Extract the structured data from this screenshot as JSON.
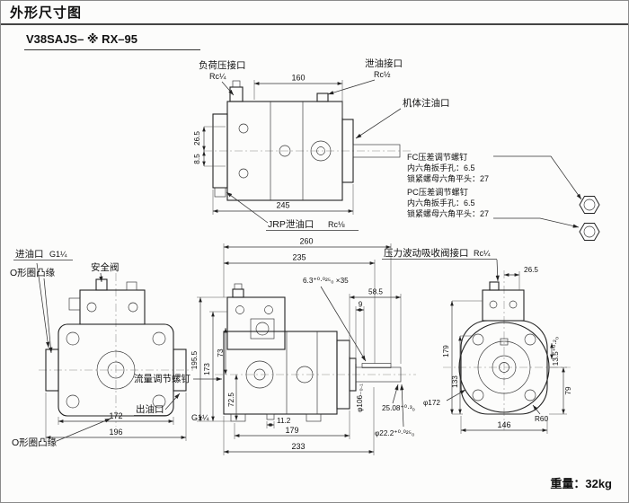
{
  "header": {
    "title": "外形尺寸图"
  },
  "model": "V38SAJS– ※ RX–95",
  "footer": {
    "weight": "重量：32kg"
  },
  "callouts": {
    "load_pressure_port": "负荷压接口",
    "load_pressure_size": "Rc¼",
    "drain_port": "泄油接口",
    "drain_size": "Rc½",
    "body_fill_port": "机体注油口",
    "fc_line1": "FC压差调节螺钉",
    "fc_line2": "内六角扳手孔：6.5",
    "fc_line3": "锁紧螺母六角平头：27",
    "pc_line1": "PC压差调节螺钉",
    "pc_line2": "内六角扳手孔：6.5",
    "pc_line3": "锁紧螺母六角平头：27",
    "jrp_port": "JRP泄油口",
    "jrp_size": "Rc⅛",
    "inlet_port": "进油口",
    "inlet_size": "G1¼",
    "oring_flange_top": "O形圈凸缘",
    "safety_valve": "安全阀",
    "surge_port": "压力波动吸收阀接口",
    "surge_size": "Rc¼",
    "flow_screw": "流量调节螺钉",
    "outlet_port": "出油口",
    "outlet_size": "G1¼",
    "oring_flange_bottom": "O形圈凸缘"
  },
  "dims": {
    "top_len1": "160",
    "top_len2": "245",
    "top_h1": "26.5",
    "top_h2": "8.5",
    "mid_len1": "260",
    "mid_len2": "235",
    "mid_shaft": "58.5",
    "mid_key_off": "9",
    "mid_h1": "195.5",
    "mid_h2": "173",
    "mid_h3": "73",
    "mid_h4": "72.5",
    "key_spec": "6.3⁺⁰·⁰²⁵₀ ×35",
    "pilot_dia": "φ106₋₀.₁",
    "shaft_flat": "25.08⁺⁰·³₀",
    "shaft_dia": "φ22.2⁺⁰·⁰²⁵₀",
    "mid_b1": "11.2",
    "mid_b2": "179",
    "mid_b3": "233",
    "left_w1": "172",
    "left_w2": "196",
    "right_top": "26.5",
    "right_h1": "179",
    "right_h2": "133",
    "right_key": "13.5⁺⁰·²₀",
    "right_h3": "79",
    "right_w": "146",
    "corner_r": "R60",
    "flange_dia": "φ172"
  }
}
